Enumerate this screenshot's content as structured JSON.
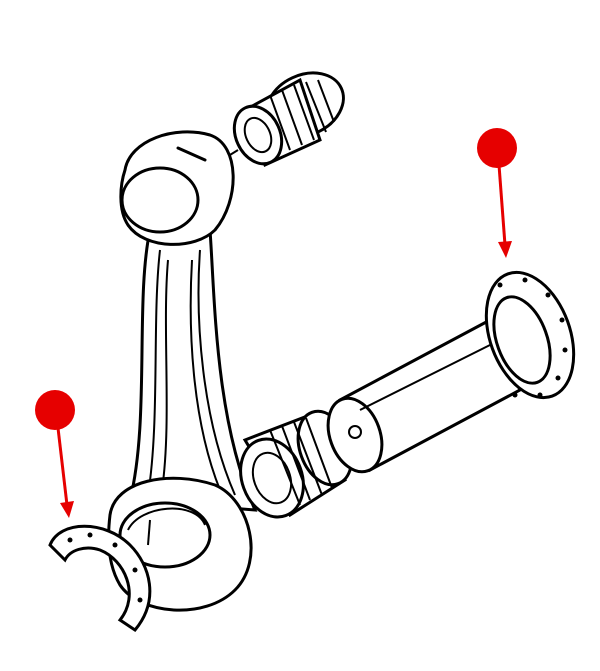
{
  "colors": {
    "marker": "#e60000",
    "line_art": "#000000",
    "background": "#ffffff"
  },
  "markers": [
    {
      "label_target": "right-thrust-washer",
      "icon": "red-dot-arrow"
    },
    {
      "label_target": "left-thrust-washer",
      "icon": "red-dot-arrow"
    }
  ]
}
